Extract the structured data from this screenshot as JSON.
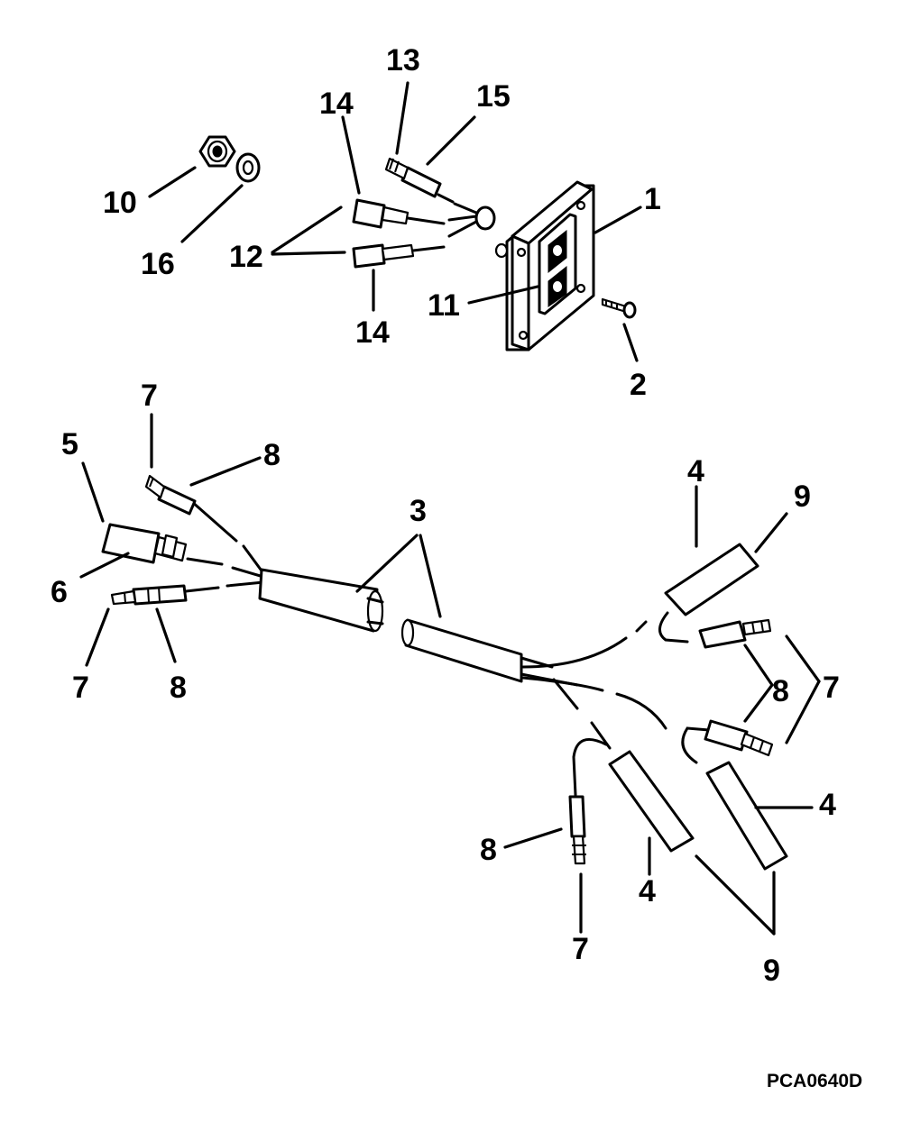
{
  "figure_code": "PCA0640D",
  "callouts": {
    "c1": "1",
    "c2": "2",
    "c3": "3",
    "c4": "4",
    "c5": "5",
    "c6": "6",
    "c7": "7",
    "c8": "8",
    "c9": "9",
    "c10": "10",
    "c11": "11",
    "c12": "12",
    "c13": "13",
    "c14": "14",
    "c15": "15",
    "c16": "16"
  }
}
